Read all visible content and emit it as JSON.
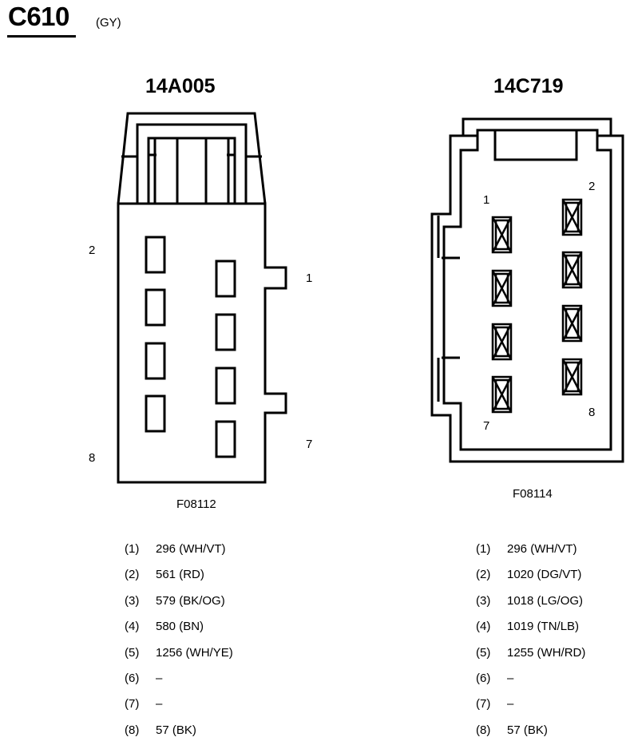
{
  "connector": {
    "id": "C610",
    "color_code": "(GY)"
  },
  "left": {
    "part_number": "14A005",
    "figure_id": "F08112",
    "pin_labels": {
      "p1": "1",
      "p2": "2",
      "p7": "7",
      "p8": "8"
    },
    "pins": [
      {
        "num": "(1)",
        "circuit": "296 (WH/VT)"
      },
      {
        "num": "(2)",
        "circuit": "561 (RD)"
      },
      {
        "num": "(3)",
        "circuit": "579 (BK/OG)"
      },
      {
        "num": "(4)",
        "circuit": "580 (BN)"
      },
      {
        "num": "(5)",
        "circuit": "1256 (WH/YE)"
      },
      {
        "num": "(6)",
        "circuit": "–"
      },
      {
        "num": "(7)",
        "circuit": "–"
      },
      {
        "num": "(8)",
        "circuit": "57 (BK)"
      }
    ]
  },
  "right": {
    "part_number": "14C719",
    "figure_id": "F08114",
    "pin_labels": {
      "p1": "1",
      "p2": "2",
      "p7": "7",
      "p8": "8"
    },
    "pins": [
      {
        "num": "(1)",
        "circuit": "296 (WH/VT)"
      },
      {
        "num": "(2)",
        "circuit": "1020 (DG/VT)"
      },
      {
        "num": "(3)",
        "circuit": "1018 (LG/OG)"
      },
      {
        "num": "(4)",
        "circuit": "1019 (TN/LB)"
      },
      {
        "num": "(5)",
        "circuit": "1255 (WH/RD)"
      },
      {
        "num": "(6)",
        "circuit": "–"
      },
      {
        "num": "(7)",
        "circuit": "–"
      },
      {
        "num": "(8)",
        "circuit": "57 (BK)"
      }
    ]
  }
}
